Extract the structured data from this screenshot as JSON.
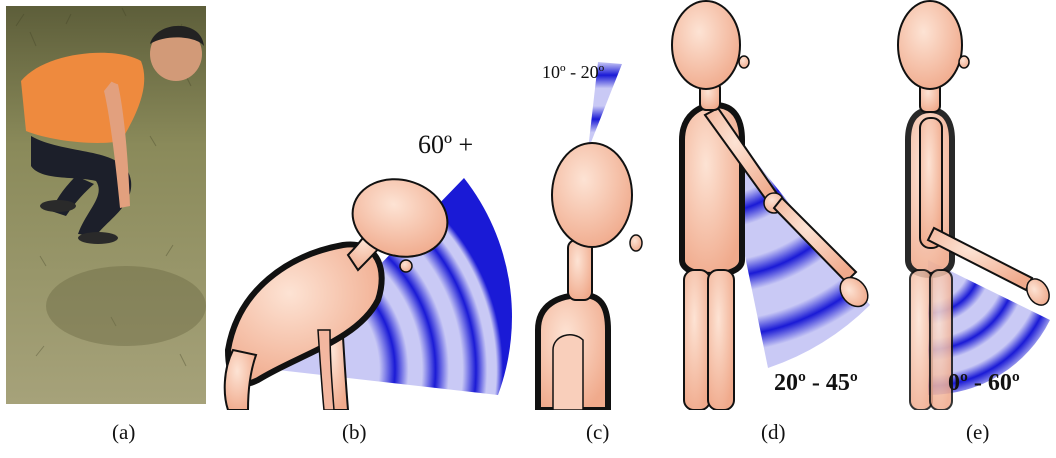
{
  "panels": [
    {
      "caption": "(a)"
    },
    {
      "caption": "(b)",
      "angle_label": "60º +"
    },
    {
      "caption": "(c)",
      "angle_label": "10º - 20º"
    },
    {
      "caption": "(d)",
      "angle_label": "20º - 45º"
    },
    {
      "caption": "(e)",
      "angle_label": "0º - 60º"
    }
  ],
  "colors": {
    "skin": "#f6c2a6",
    "outline": "#111111",
    "band_dark": "#1a1ad6",
    "band_light": "#c9c9f5",
    "grass": "#8b8a55",
    "shirt": "#f08a3c"
  }
}
